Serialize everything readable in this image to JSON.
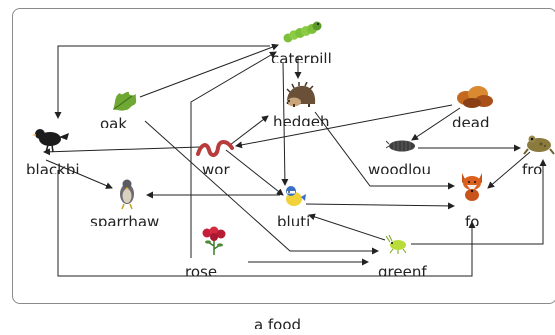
{
  "diagram": {
    "caption": "a food",
    "nodes": {
      "caterpillar": {
        "label": "caterpill",
        "icon": "caterpillar-icon"
      },
      "oak": {
        "label": "oak",
        "icon": "oak-leaf-icon"
      },
      "hedgehog": {
        "label": "hedgeh",
        "icon": "hedgehog-icon"
      },
      "dead": {
        "label": "dead",
        "icon": "dead-leaves-icon"
      },
      "blackbird": {
        "label": "blackbi",
        "icon": "blackbird-icon"
      },
      "worm": {
        "label": "wor",
        "icon": "worm-icon"
      },
      "woodlouse": {
        "label": "woodlou",
        "icon": "woodlouse-icon"
      },
      "frog": {
        "label": "fro",
        "icon": "frog-icon"
      },
      "sparrowhawk": {
        "label": "sparrhaw",
        "icon": "sparrowhawk-icon"
      },
      "bluetit": {
        "label": "bluti",
        "icon": "bluetit-icon"
      },
      "fox": {
        "label": "fo",
        "icon": "fox-icon"
      },
      "rose": {
        "label": "rose",
        "icon": "rose-icon"
      },
      "greenfly": {
        "label": "greenf",
        "icon": "greenfly-icon"
      }
    },
    "edges": [
      {
        "from": "caterpillar",
        "to": "blackbird"
      },
      {
        "from": "caterpillar",
        "to": "hedgehog"
      },
      {
        "from": "caterpillar",
        "to": "bluetit"
      },
      {
        "from": "oak",
        "to": "caterpillar"
      },
      {
        "from": "oak",
        "to": "greenfly"
      },
      {
        "from": "rose",
        "to": "caterpillar"
      },
      {
        "from": "rose",
        "to": "greenfly"
      },
      {
        "from": "worm",
        "to": "hedgehog"
      },
      {
        "from": "worm",
        "to": "blackbird"
      },
      {
        "from": "worm",
        "to": "bluetit"
      },
      {
        "from": "dead",
        "to": "worm"
      },
      {
        "from": "dead",
        "to": "woodlouse"
      },
      {
        "from": "woodlouse",
        "to": "frog"
      },
      {
        "from": "frog",
        "to": "fox"
      },
      {
        "from": "hedgehog",
        "to": "fox"
      },
      {
        "from": "blackbird",
        "to": "sparrowhawk"
      },
      {
        "from": "blackbird",
        "to": "fox"
      },
      {
        "from": "bluetit",
        "to": "sparrowhawk"
      },
      {
        "from": "bluetit",
        "to": "fox"
      },
      {
        "from": "greenfly",
        "to": "bluetit"
      },
      {
        "from": "greenfly",
        "to": "frog"
      }
    ]
  }
}
